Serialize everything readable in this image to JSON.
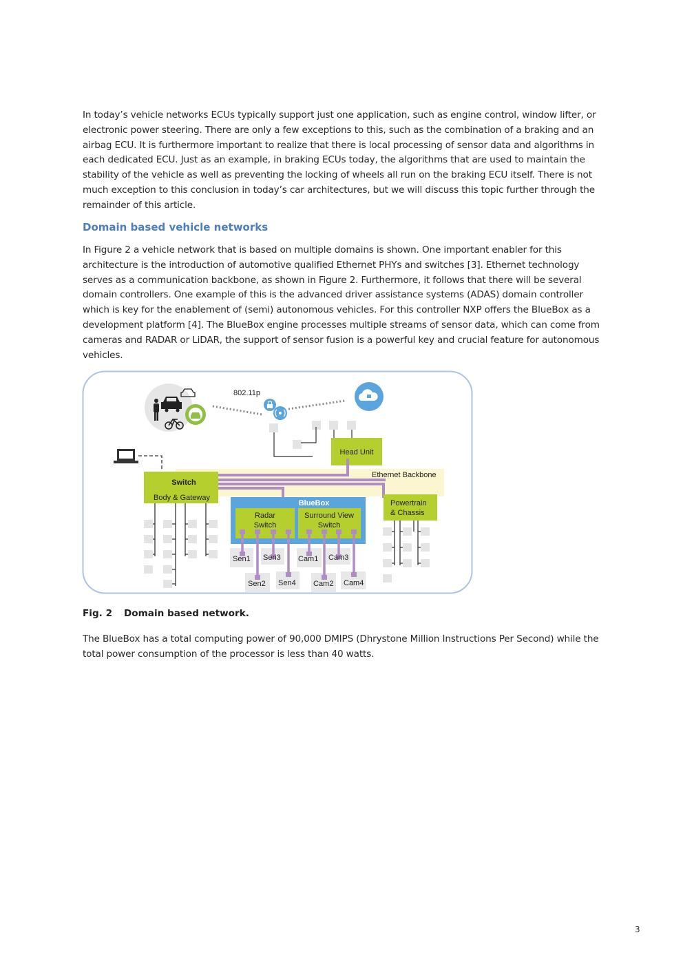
{
  "paragraphs": {
    "intro": "In today’s vehicle networks ECUs typically support just one application, such as engine control, window lifter, or electronic power steering. There are only a few exceptions to this, such as the combination of a braking and an airbag ECU. It is furthermore important to realize that there is local processing of sensor data and algorithms in each dedicated ECU. Just as an example, in braking ECUs today, the algorithms that are used to maintain the stability of the vehicle as well as preventing the locking of wheels all run on the braking ECU itself. There is not much exception to this conclusion in today’s car architectures, but we will discuss this topic further through the remainder of this article.",
    "domain": "In Figure 2 a vehicle network that is based on multiple domains is shown. One important enabler for this architecture is the introduction of automotive qualified Ethernet PHYs and switches [3]. Ethernet technology serves as a communication backbone, as shown in Figure 2. Furthermore, it follows that there will be several domain controllers. One example of this is the advanced driver assistance systems (ADAS) domain controller which is key for the enablement of (semi) autonomous vehicles. For this controller NXP offers the BlueBox as a development platform [4]. The BlueBox engine processes multiple streams of sensor data, which can come from cameras and RADAR or LiDAR, the support of sensor fusion is a powerful key and crucial feature for autonomous vehicles.",
    "bluebox": "The BlueBox has a total computing power of 90,000 DMIPS (Dhrystone Million Instructions Per Second) while the total power consumption of the processor is less than 40 watts."
  },
  "heading": "Domain based vehicle networks",
  "figure": {
    "caption_number": "Fig. 2",
    "caption_text": "Domain based network.",
    "wireless_label": "802.11p",
    "head_unit": "Head Unit",
    "ethernet_backbone": "Ethernet Backbone",
    "switch_title": "Switch",
    "switch_subtitle": "Body & Gateway",
    "bluebox": "BlueBox",
    "radar_switch_line1": "Radar",
    "radar_switch_line2": "Switch",
    "surround_line1": "Surround View",
    "surround_line2": "Switch",
    "powertrain_line1": "Powertrain",
    "powertrain_line2": "& Chassis",
    "sensors": {
      "sen1": "Sen1",
      "sen2": "Sen2",
      "sen3": "Sen3",
      "sen4": "Sen4",
      "cam1": "Cam1",
      "cam2": "Cam2",
      "cam3": "Cam3",
      "cam4": "Cam4"
    },
    "colors": {
      "frame": "#aec3e3",
      "green": "#b5cf2f",
      "bluebox": "#5ba5dc",
      "backbone": "#fbf6d0",
      "purple": "#b08cc4",
      "ecu": "#e4e4e4"
    }
  },
  "page_number": "3"
}
